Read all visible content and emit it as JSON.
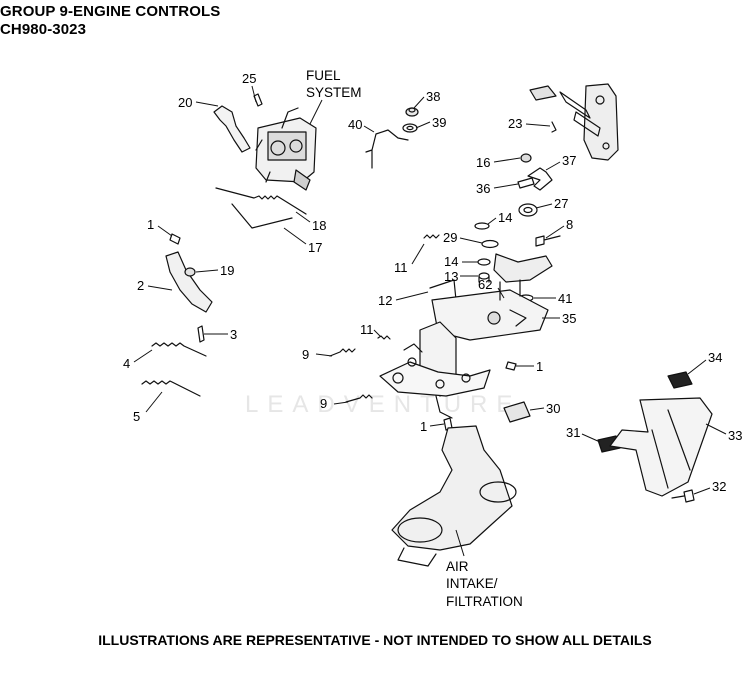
{
  "header": {
    "title": "GROUP 9-ENGINE CONTROLS",
    "model": "CH980-3023"
  },
  "section_labels": {
    "fuel": [
      "FUEL",
      "SYSTEM"
    ],
    "air": [
      "AIR",
      "INTAKE/",
      "FILTRATION"
    ]
  },
  "watermark": "LEADVENTURE",
  "footer": "ILLUSTRATIONS ARE REPRESENTATIVE - NOT INTENDED TO SHOW ALL DETAILS",
  "callouts": [
    "25",
    "20",
    "38",
    "39",
    "40",
    "23",
    "16",
    "37",
    "36",
    "27",
    "14",
    "8",
    "29",
    "18",
    "17",
    "1",
    "19",
    "14",
    "13",
    "11",
    "2",
    "62",
    "41",
    "12",
    "35",
    "3",
    "11",
    "9",
    "4",
    "1",
    "34",
    "5",
    "9",
    "30",
    "1",
    "31",
    "33",
    "32"
  ]
}
